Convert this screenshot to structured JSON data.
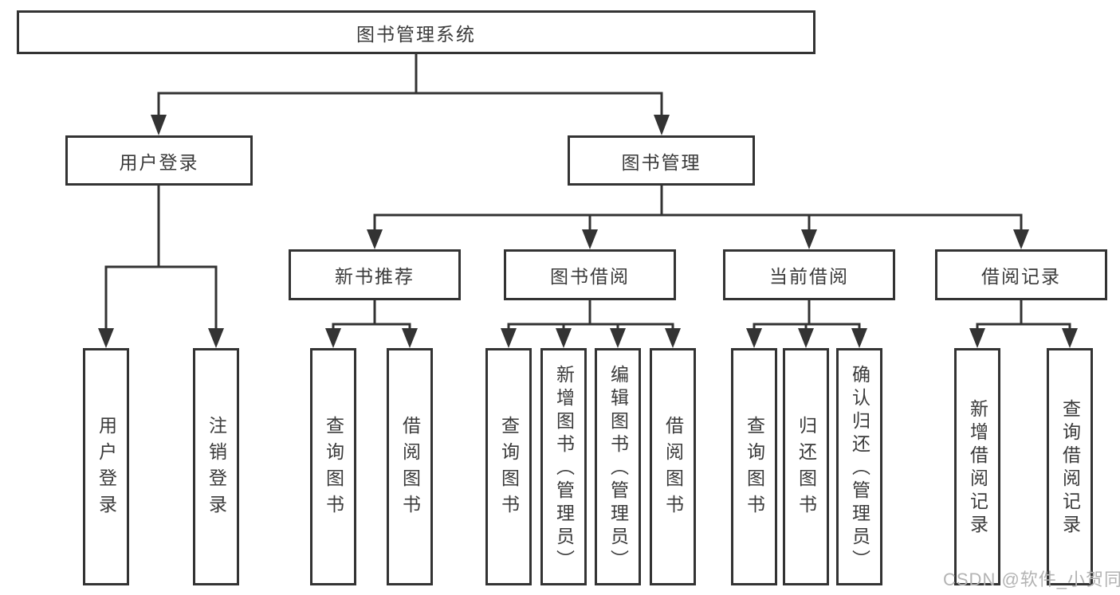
{
  "diagram": {
    "root": {
      "label": "图书管理系统"
    },
    "level2": {
      "user_login": "用户登录",
      "book_mgmt": "图书管理"
    },
    "level3": {
      "new_books": "新书推荐",
      "book_borrow": "图书借阅",
      "current_borrow": "当前借阅",
      "borrow_records": "借阅记录"
    },
    "level4": {
      "user_login": "用户登录",
      "logout": "注销登录",
      "nb_query_books": "查询图书",
      "nb_borrow_books": "借阅图书",
      "bb_query_books": "查询图书",
      "bb_add_books": "新增图书（管理员）",
      "bb_edit_books": "编辑图书（管理员）",
      "bb_borrow_books": "借阅图书",
      "cb_query_books": "查询图书",
      "cb_return_books": "归还图书",
      "cb_confirm_return": "确认归还（管理员）",
      "br_add_record": "新增借阅记录",
      "br_query_record": "查询借阅记录"
    },
    "watermark": "CSDN @软件_小贺同学",
    "colors": {
      "line": "#333333",
      "box_border": "#333333",
      "text": "#3a3a3a",
      "background": "#ffffff",
      "watermark": "#b3b3b3"
    }
  }
}
